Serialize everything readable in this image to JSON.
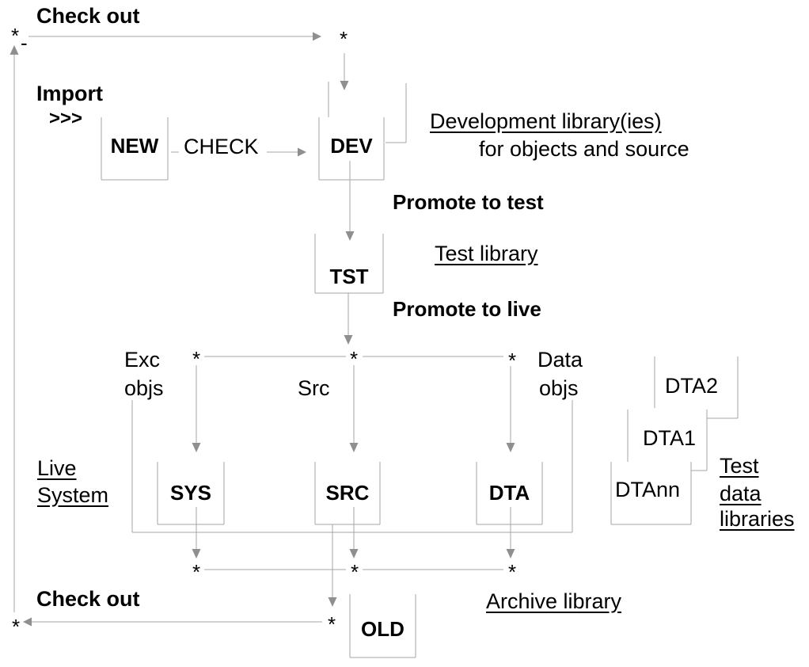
{
  "colors": {
    "background": "#ffffff",
    "line_gray": "#a6a6a6",
    "arrow_gray": "#8f8f8f",
    "text_black": "#000000"
  },
  "headings": {
    "check_out_top": "Check out",
    "import": "Import",
    "chevrons": ">>>",
    "check_out_bottom": "Check out"
  },
  "boxes": {
    "new": "NEW",
    "dev": "DEV",
    "tst": "TST",
    "sys": "SYS",
    "src": "SRC",
    "dta": "DTA",
    "old": "OLD",
    "dta2": "DTA2",
    "dta1": "DTA1",
    "dtann": "DTAnn"
  },
  "flow": {
    "check": "CHECK",
    "promote_to_test": "Promote to test",
    "promote_to_live": "Promote to live"
  },
  "notes": {
    "dev_library_line1": "Development library(ies)",
    "dev_library_line2": "for objects and source",
    "test_library": "Test library",
    "archive_library": "Archive library"
  },
  "stream_labels": {
    "exc_line1": "Exc",
    "exc_line2": "objs",
    "src": "Src",
    "data_line1": "Data",
    "data_line2": "objs"
  },
  "side_labels": {
    "live_line1": "Live",
    "live_line2": "System",
    "test_data_line1": "Test",
    "test_data_line2": "data",
    "test_data_line3": "libraries"
  },
  "symbols": {
    "star": "*",
    "dash": "-"
  }
}
